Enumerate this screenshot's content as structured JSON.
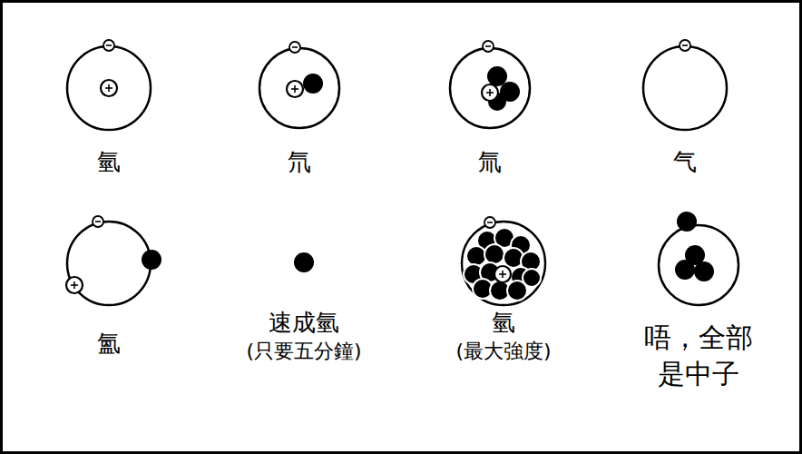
{
  "diagram": {
    "nodes": [
      {
        "text": [
          "氫"
        ]
      },
      {
        "text": [
          "氘"
        ]
      },
      {
        "text": [
          "氚"
        ]
      },
      {
        "text": [
          "气"
        ]
      },
      {
        "text": [
          "氳"
        ]
      },
      {
        "text": [
          "速成氫",
          "(只要五分鐘)"
        ]
      },
      {
        "text": [
          "氫",
          "(最大強度)"
        ]
      },
      {
        "text": [
          "唔，全部 是中子"
        ]
      }
    ]
  }
}
